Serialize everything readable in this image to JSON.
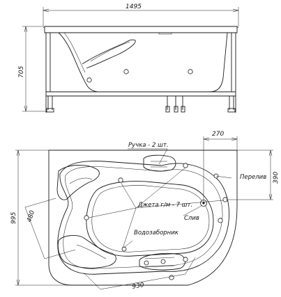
{
  "front_view": {
    "width_dim": "1495",
    "height_dim": "705"
  },
  "top_view": {
    "depth_dim": "995",
    "inner_depth_dim": "480",
    "length_dim": "930",
    "overflow_offset_dim": "270",
    "overflow_height_dim": "390",
    "labels": {
      "handle": "Ручка - 2 шт.",
      "overflow": "Перелив",
      "jets": "Джета г/м - 7 шт.",
      "drain": "Слив",
      "water_intake": "Водозаборник"
    }
  }
}
